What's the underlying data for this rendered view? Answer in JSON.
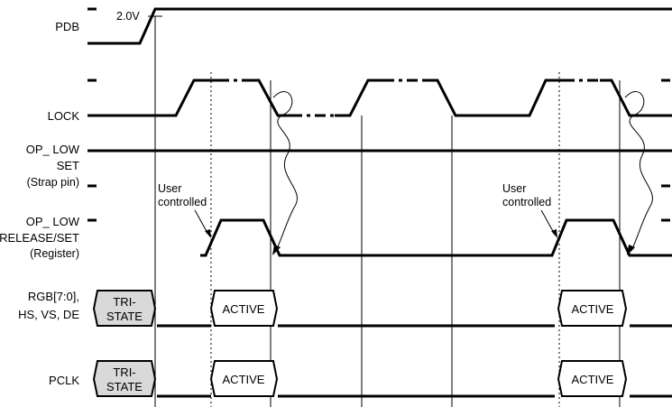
{
  "signals": {
    "pdb": "PDB",
    "lock": "LOCK",
    "op_low_set": [
      "OP_ LOW",
      "SET",
      "(Strap pin)"
    ],
    "op_low_release": [
      "OP_ LOW",
      "RELEASE/SET",
      "(Register)"
    ],
    "rgb": [
      "RGB[7:0],",
      "HS, VS, DE"
    ],
    "pclk": "PCLK"
  },
  "annotations": {
    "threshold": "2.0V",
    "user_controlled": [
      "User",
      "controlled"
    ]
  },
  "states": {
    "tristate": [
      "TRI-",
      "STATE"
    ],
    "active": "ACTIVE"
  }
}
